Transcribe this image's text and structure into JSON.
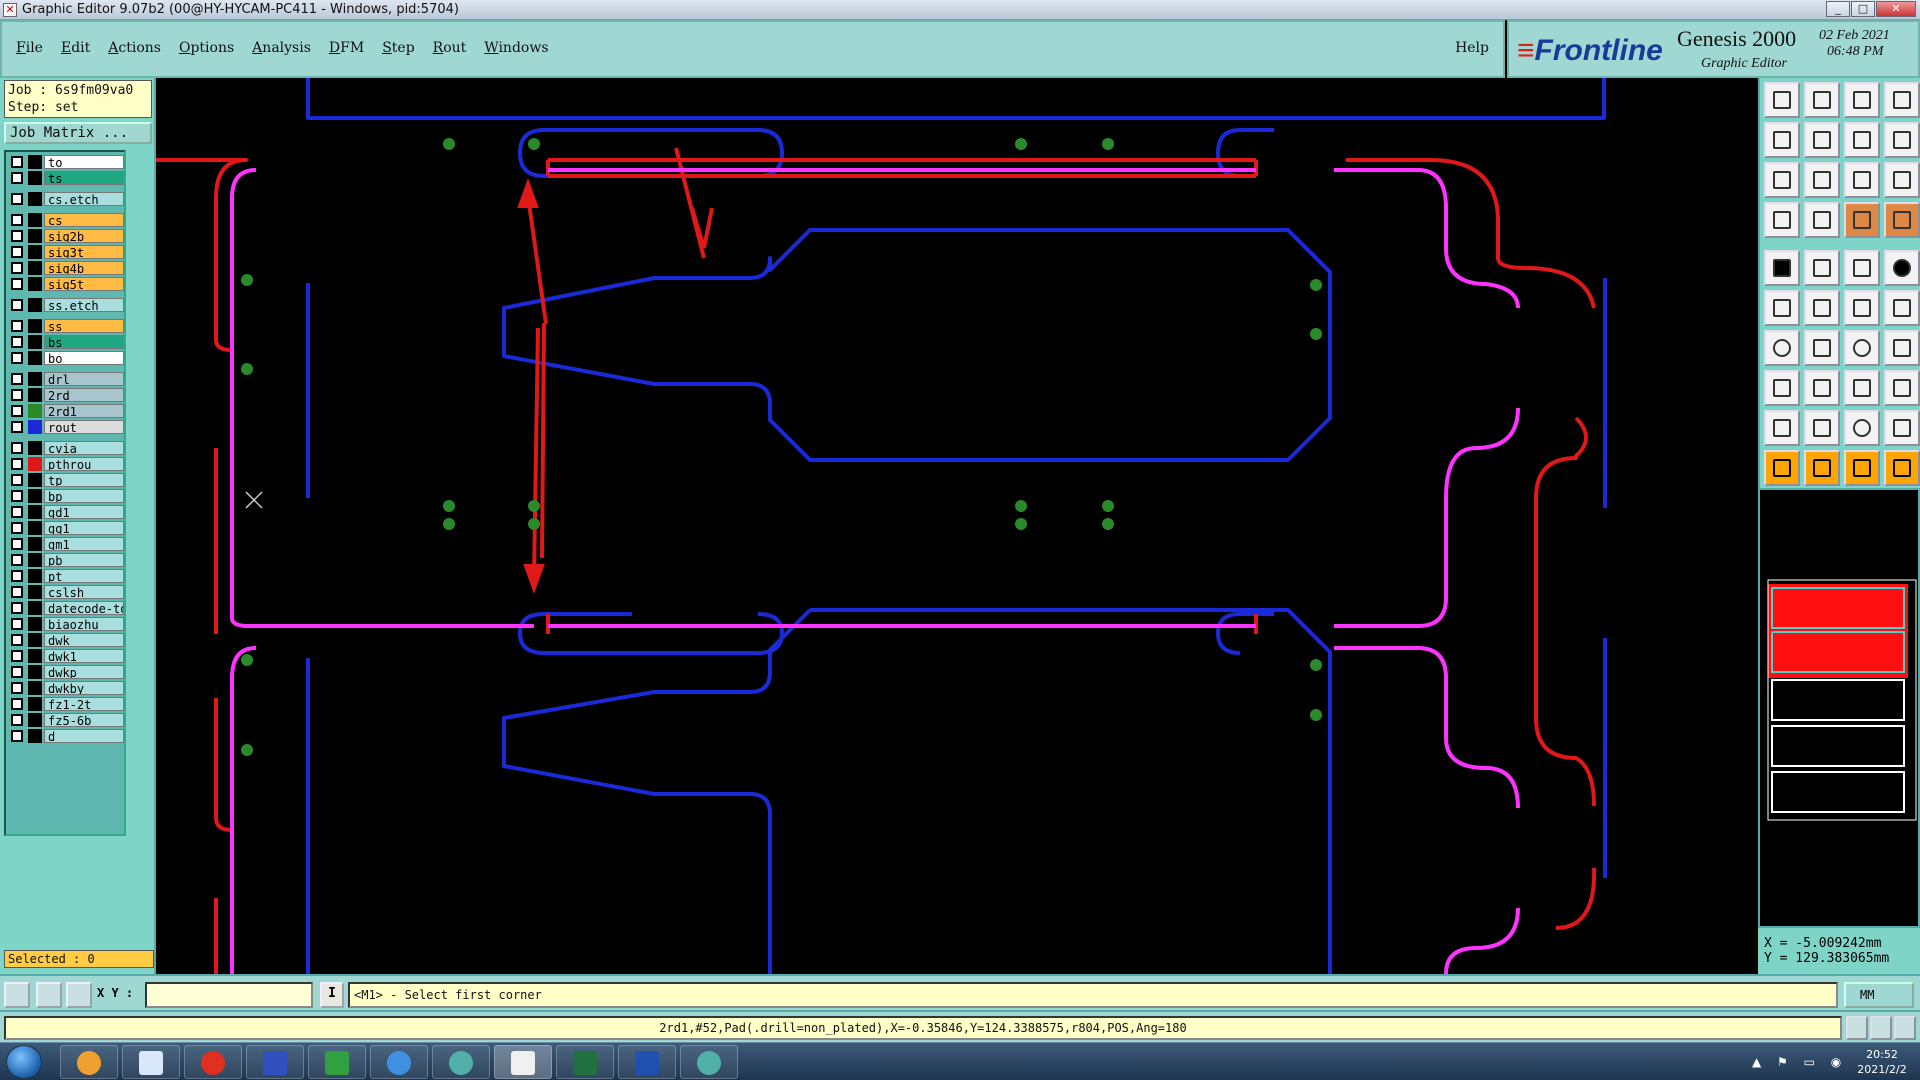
{
  "window": {
    "title": "Graphic Editor 9.07b2 (00@HY-HYCAM-PC411 - Windows, pid:5704)",
    "min": "_",
    "max": "□",
    "close": "✕"
  },
  "menu": [
    "File",
    "Edit",
    "Actions",
    "Options",
    "Analysis",
    "DFM",
    "Step",
    "Rout",
    "Windows"
  ],
  "help": "Help",
  "logo": {
    "brand": "Frontline",
    "product": "Genesis 2000",
    "subtitle": "Graphic Editor",
    "date": "02 Feb 2021",
    "time": "06:48 PM"
  },
  "job": {
    "job_line": "Job : 6s9fm09va0",
    "step_line": "Step: set"
  },
  "job_matrix_label": "Job Matrix ...",
  "layers": [
    {
      "name": "to",
      "bg": "#ffffff",
      "swatch": "#000000",
      "gap": false
    },
    {
      "name": "ts",
      "bg": "#1fa882",
      "swatch": "#000000",
      "gap": false
    },
    {
      "name": "cs.etch",
      "bg": "#a8dede",
      "swatch": "#000000",
      "gap": true
    },
    {
      "name": "cs",
      "bg": "#ffbb44",
      "swatch": "#000000",
      "gap": true
    },
    {
      "name": "sig2b",
      "bg": "#ffbb44",
      "swatch": "#000000",
      "gap": false
    },
    {
      "name": "sig3t",
      "bg": "#ffbb44",
      "swatch": "#000000",
      "gap": false
    },
    {
      "name": "sig4b",
      "bg": "#ffbb44",
      "swatch": "#000000",
      "gap": false
    },
    {
      "name": "sig5t",
      "bg": "#ffbb44",
      "swatch": "#000000",
      "gap": false
    },
    {
      "name": "ss.etch",
      "bg": "#a8dede",
      "swatch": "#000000",
      "gap": true
    },
    {
      "name": "ss",
      "bg": "#ffbb44",
      "swatch": "#000000",
      "gap": true
    },
    {
      "name": "bs",
      "bg": "#1fa882",
      "swatch": "#000000",
      "gap": false
    },
    {
      "name": "bo",
      "bg": "#ffffff",
      "swatch": "#000000",
      "gap": false
    },
    {
      "name": "drl",
      "bg": "#a8c4cc",
      "swatch": "#000000",
      "gap": true
    },
    {
      "name": "2rd",
      "bg": "#a8c4cc",
      "swatch": "#000000",
      "gap": false
    },
    {
      "name": "2rd1",
      "bg": "#a8c4cc",
      "swatch": "#2a8a2a",
      "gap": false
    },
    {
      "name": "rout",
      "bg": "#dcdcdc",
      "swatch": "#1a2ad8",
      "gap": false
    },
    {
      "name": "cvia",
      "bg": "#a8dede",
      "swatch": "#000000",
      "gap": true
    },
    {
      "name": "pthrou",
      "bg": "#a8dede",
      "swatch": "#e01818",
      "gap": false
    },
    {
      "name": "tp",
      "bg": "#a8dede",
      "swatch": "#000000",
      "gap": false
    },
    {
      "name": "bp",
      "bg": "#a8dede",
      "swatch": "#000000",
      "gap": false
    },
    {
      "name": "gd1",
      "bg": "#a8dede",
      "swatch": "#000000",
      "gap": false
    },
    {
      "name": "gg1",
      "bg": "#a8dede",
      "swatch": "#000000",
      "gap": false
    },
    {
      "name": "gm1",
      "bg": "#a8dede",
      "swatch": "#000000",
      "gap": false
    },
    {
      "name": "pb",
      "bg": "#a8dede",
      "swatch": "#000000",
      "gap": false
    },
    {
      "name": "pt",
      "bg": "#a8dede",
      "swatch": "#000000",
      "gap": false
    },
    {
      "name": "cslsh",
      "bg": "#a8dede",
      "swatch": "#000000",
      "gap": false
    },
    {
      "name": "datecode-to",
      "bg": "#a8dede",
      "swatch": "#000000",
      "gap": false
    },
    {
      "name": "biaozhu",
      "bg": "#a8dede",
      "swatch": "#000000",
      "gap": false
    },
    {
      "name": "dwk",
      "bg": "#a8dede",
      "swatch": "#000000",
      "gap": false
    },
    {
      "name": "dwk1",
      "bg": "#a8dede",
      "swatch": "#000000",
      "gap": false
    },
    {
      "name": "dwkp",
      "bg": "#a8dede",
      "swatch": "#000000",
      "gap": false
    },
    {
      "name": "dwkby",
      "bg": "#a8dede",
      "swatch": "#000000",
      "gap": false
    },
    {
      "name": "fz1-2t",
      "bg": "#a8dede",
      "swatch": "#000000",
      "gap": false
    },
    {
      "name": "fz5-6b",
      "bg": "#a8dede",
      "swatch": "#000000",
      "gap": false
    },
    {
      "name": "d",
      "bg": "#a8dede",
      "swatch": "#000000",
      "gap": false
    }
  ],
  "selected_label": "Selected : 0",
  "coords": {
    "x": "X = -5.009242mm",
    "y": "Y = 129.383065mm"
  },
  "command": {
    "xy_label": "X Y :",
    "xy_value": "",
    "ibtn": "I",
    "prompt": "<M1> - Select first corner",
    "unit": "MM"
  },
  "status_text": "2rd1,#52,Pad(.drill=non_plated),X=-0.35846,Y=124.3388575,r804,POS,Ang=180",
  "tray": {
    "time": "20:52",
    "date": "2021/2/2"
  },
  "colors": {
    "panel": "#9fd8d2",
    "rout": "#1a2ad8",
    "pthrou": "#e01818",
    "magenta": "#ff33ff",
    "pad": "#2a8a2a"
  }
}
